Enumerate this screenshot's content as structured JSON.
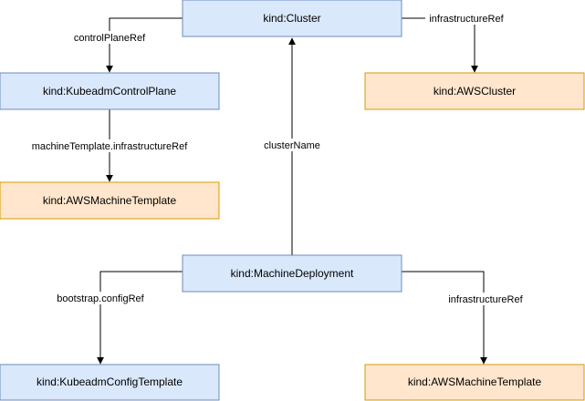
{
  "colors": {
    "blue_fill": "#dae8fc",
    "blue_stroke": "#6c8ebf",
    "orange_fill": "#ffe6cc",
    "orange_stroke": "#d79b00",
    "edge": "#000000"
  },
  "nodes": {
    "cluster": "kind:Cluster",
    "control_plane": "kind:KubeadmControlPlane",
    "aws_cluster": "kind:AWSCluster",
    "cp_machine_template": "kind:AWSMachineTemplate",
    "machine_deployment": "kind:MachineDeployment",
    "config_template": "kind:KubeadmConfigTemplate",
    "md_machine_template": "kind:AWSMachineTemplate"
  },
  "edges": {
    "control_plane_ref": "controlPlaneRef",
    "cluster_infra_ref": "infrastructureRef",
    "machine_template_infra_ref": "machineTemplate.infrastructureRef",
    "cluster_name": "clusterName",
    "bootstrap_config_ref": "bootstrap.configRef",
    "md_infra_ref": "infrastructureRef"
  }
}
